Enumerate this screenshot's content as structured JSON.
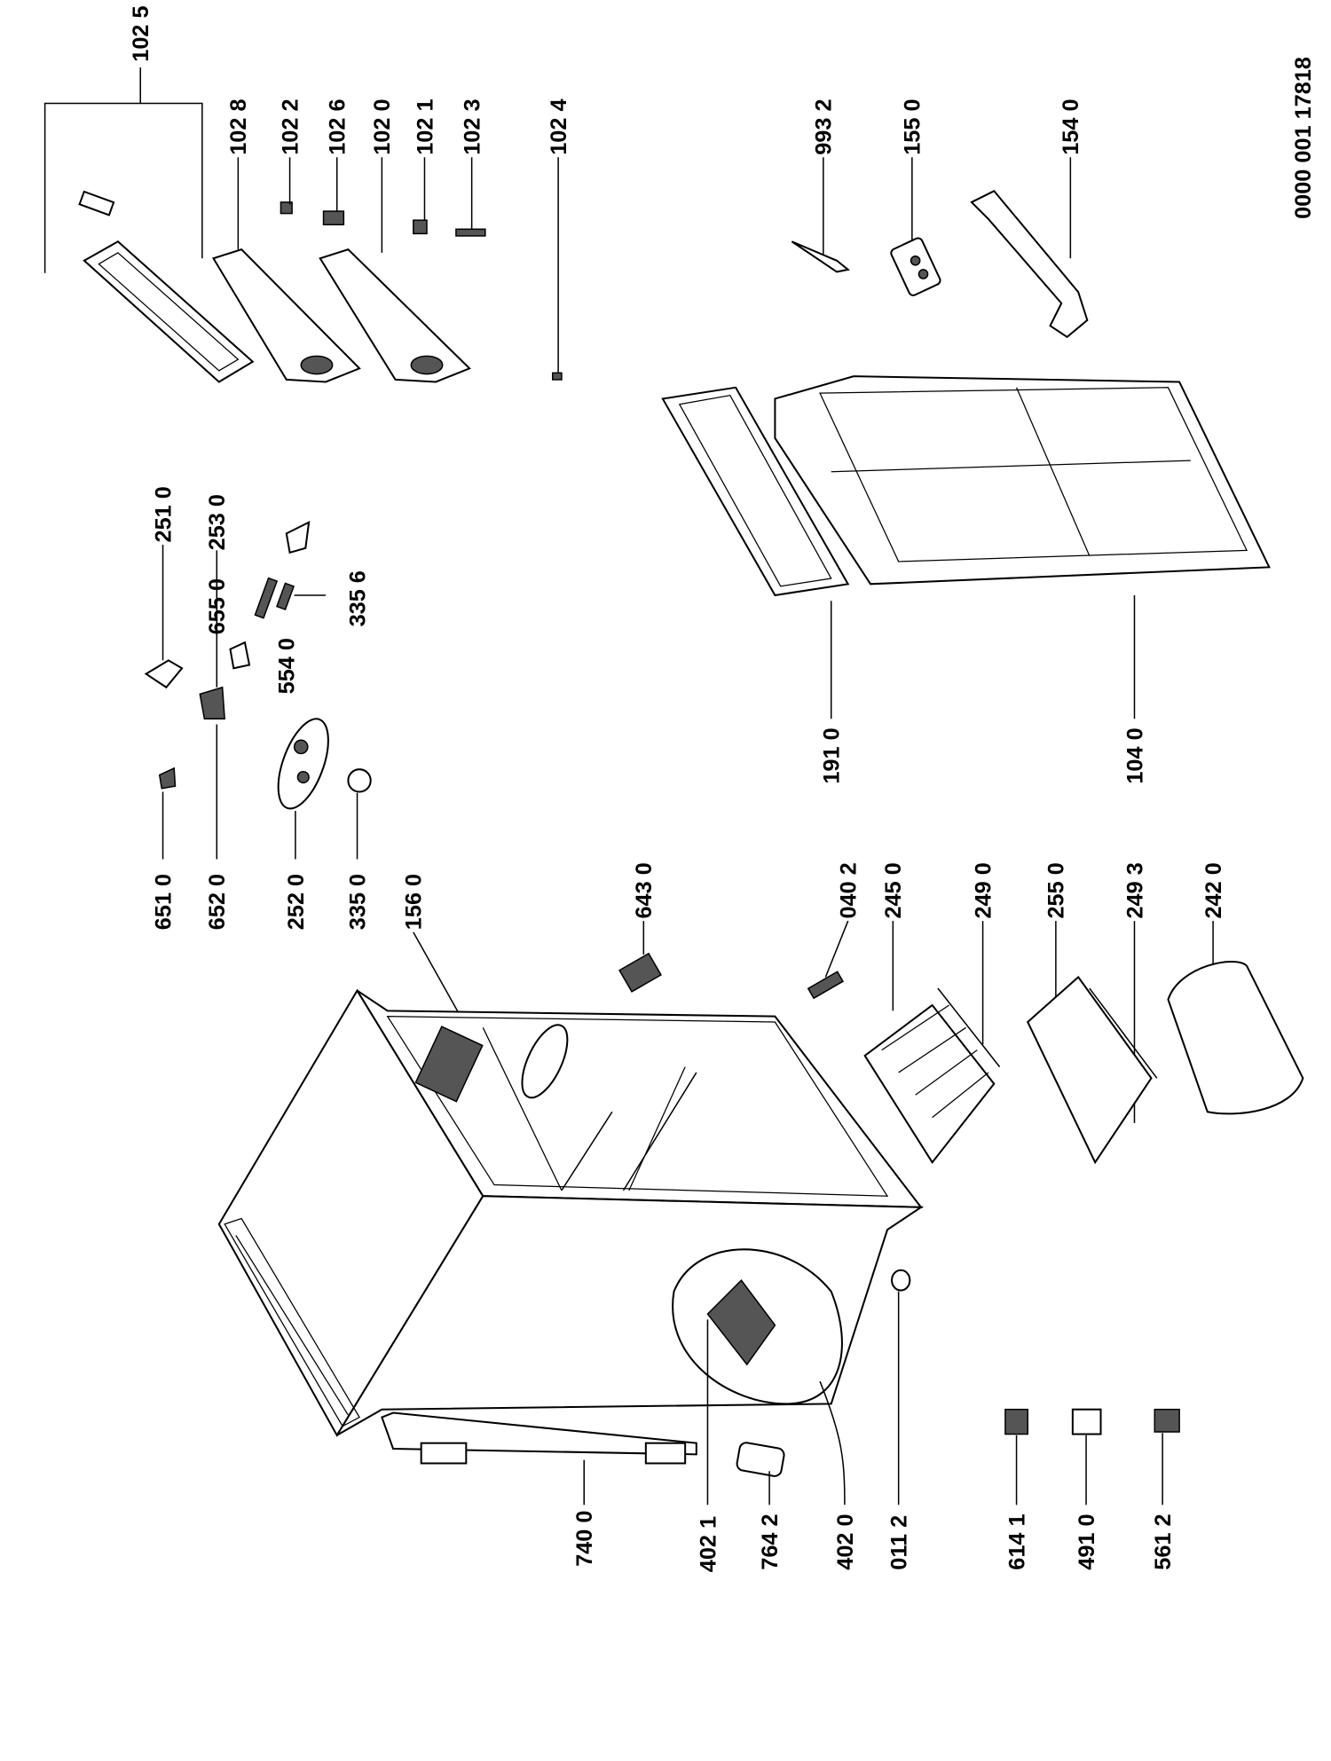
{
  "diagram": {
    "title": "Refrigerator exploded parts diagram",
    "document_number": "0000 001 17818",
    "labels": {
      "p1025": "102 5",
      "p1028": "102 8",
      "p1022": "102 2",
      "p1026": "102 6",
      "p1020": "102 0",
      "p1021": "102 1",
      "p1023": "102 3",
      "p1024": "102 4",
      "p9932": "993 2",
      "p1550": "155 0",
      "p1540": "154 0",
      "p2510": "251 0",
      "p2530": "253 0",
      "p6550": "655 0",
      "p3356": "335 6",
      "p5540": "554 0",
      "p6510": "651 0",
      "p6520": "652 0",
      "p2520": "252 0",
      "p3350": "335 0",
      "p1560": "156 0",
      "p6430": "643 0",
      "p0402": "040 2",
      "p2450": "245 0",
      "p2490": "249 0",
      "p2550": "255 0",
      "p2493": "249 3",
      "p2420": "242 0",
      "p1910": "191 0",
      "p1040": "104 0",
      "p7400": "740 0",
      "p4021": "402 1",
      "p7642": "764 2",
      "p4020": "402 0",
      "p0112": "011 2",
      "p6141": "614 1",
      "p4910": "491 0",
      "p5612": "561 2"
    }
  }
}
